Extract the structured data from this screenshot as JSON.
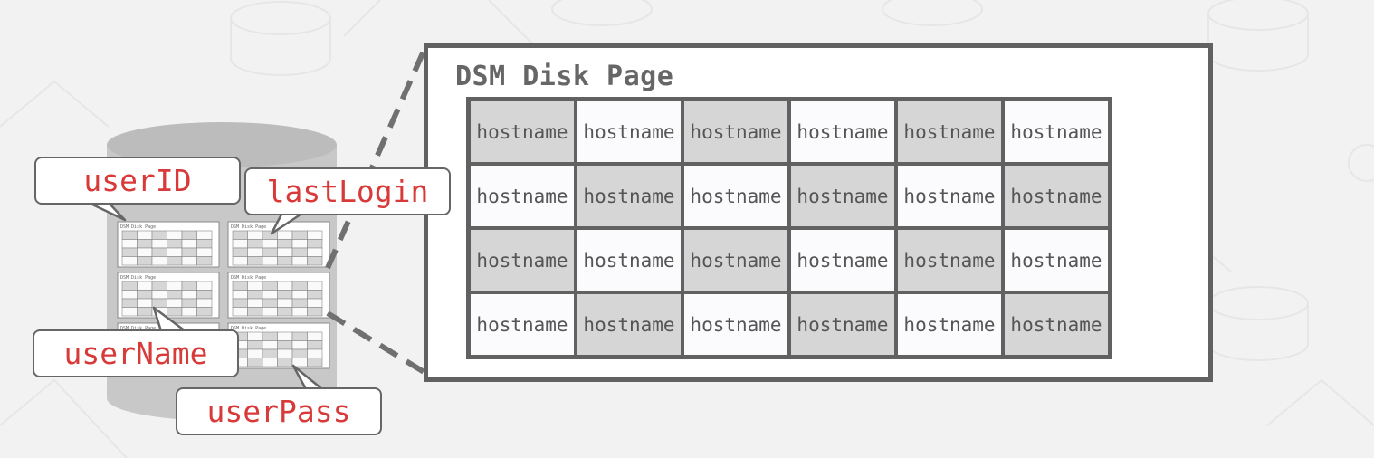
{
  "page": {
    "title": "DSM Disk Page",
    "cell_label": "hostname",
    "mini_page_title": "DSM Disk Page"
  },
  "callouts": {
    "user_id": "userID",
    "last_login": "lastLogin",
    "user_name": "userName",
    "user_pass": "userPass"
  },
  "grid": {
    "rows": [
      [
        "hostname",
        "hostname",
        "hostname",
        "hostname",
        "hostname",
        "hostname"
      ],
      [
        "hostname",
        "hostname",
        "hostname",
        "hostname",
        "hostname",
        "hostname"
      ],
      [
        "hostname",
        "hostname",
        "hostname",
        "hostname",
        "hostname",
        "hostname"
      ],
      [
        "hostname",
        "hostname",
        "hostname",
        "hostname",
        "hostname",
        "hostname"
      ]
    ]
  },
  "colors": {
    "accent_text": "#d83a3a",
    "border": "#616161",
    "shade": "#d6d6d6",
    "database": "#c8c8c8"
  }
}
